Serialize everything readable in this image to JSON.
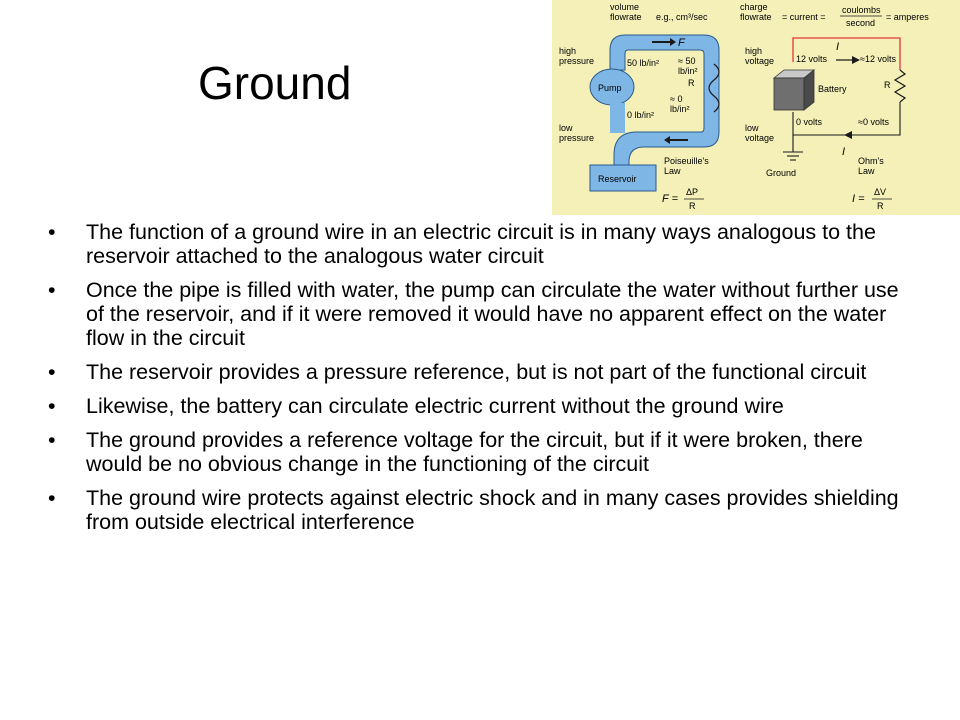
{
  "title": "Ground",
  "bullets": [
    "The function of a ground wire in an electric circuit is in many ways analogous to the reservoir attached to the analogous water circuit",
    "Once the pipe is filled with water, the pump can circulate the water without further use of the reservoir, and if it were removed it would have no apparent effect on the water flow in the circuit",
    "The reservoir provides a pressure reference, but is not part of the functional circuit",
    " Likewise, the battery can circulate electric current without the ground wire",
    "The ground provides a reference voltage for the circuit, but if it were broken, there would be no obvious change in the functioning of the circuit",
    "The ground wire protects against electric shock and in many cases provides shielding from outside electrical interference"
  ],
  "bullet_glyph": "•",
  "figure": {
    "water": {
      "volume": "volume",
      "flowrate": "flowrate",
      "units": "e.g., cm³/sec",
      "flow_symbol": "F",
      "high": "high",
      "high_pressure": "pressure",
      "low": "low",
      "low_pressure": "pressure",
      "pump": "Pump",
      "p_high_left": "50 lb/in²",
      "p_high_right_1": "≈ 50",
      "p_high_right_2": "lb/in²",
      "resistance_1": "R",
      "p_low_right_1": "≈ 0",
      "p_low_right_2": "lb/in²",
      "p_low_left": "0 lb/in²",
      "reservoir": "Reservoir",
      "law_1": "Poiseuille's",
      "law_2": "Law",
      "eq_lhs": "F =",
      "eq_num": "ΔP",
      "eq_den": "R"
    },
    "electric": {
      "charge": "charge",
      "flowrate": "flowrate",
      "current_eq": "= current =",
      "coulombs": "coulombs",
      "second": "second",
      "amperes": "= amperes",
      "current_symbol": "I",
      "high": "high",
      "high_voltage": "voltage",
      "v12": "12 volts",
      "v12_approx": "≈12 volts",
      "battery": "Battery",
      "resistance": "R",
      "v0": "0 volts",
      "v0_approx": "≈0 volts",
      "low": "low",
      "low_voltage": "voltage",
      "ground": "Ground",
      "law_1": "Ohm's",
      "law_2": "Law",
      "eq_lhs": "I =",
      "eq_num": "ΔV",
      "eq_den": "R"
    },
    "colors": {
      "background": "#f4f0b8",
      "water": "#7eb6e6",
      "wire": "#e0353a",
      "ink": "#1a1a1a"
    }
  }
}
